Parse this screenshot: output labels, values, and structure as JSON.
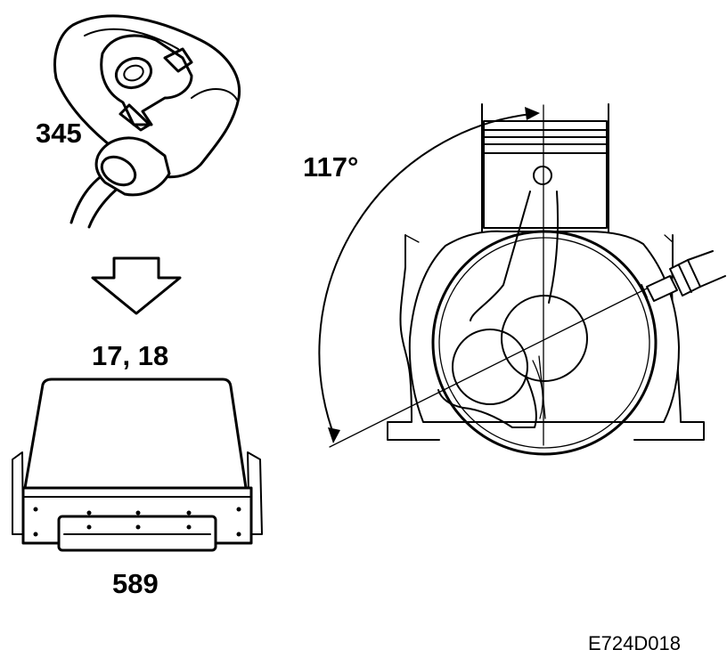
{
  "labels": {
    "sensor_ref": "345",
    "ecu_ref": "17, 18",
    "connector_ref": "589",
    "angle": "117°",
    "figure_code": "E724D018"
  }
}
